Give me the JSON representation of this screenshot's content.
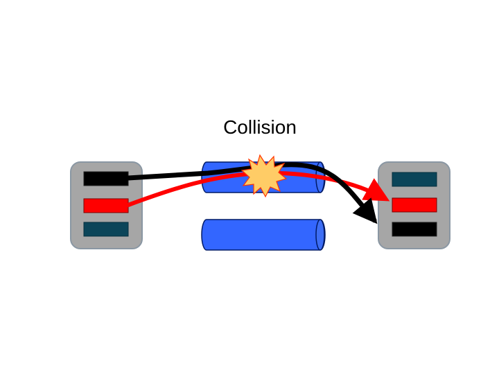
{
  "title": "Collision",
  "colors": {
    "node_fill": "#a6a6a6",
    "node_border": "#7f8c99",
    "slot_black": "#000000",
    "slot_red": "#ff0000",
    "slot_teal": "#0b4559",
    "pipe_fill": "#3366ff",
    "pipe_end": "#3d6ef5",
    "burst_fill": "#ffcc66",
    "burst_stroke": "#ff3300",
    "arrow_black": "#000000",
    "arrow_red": "#ff0000"
  },
  "left_node": {
    "slots": [
      "black",
      "red",
      "teal"
    ]
  },
  "right_node": {
    "slots": [
      "teal",
      "red",
      "black"
    ]
  },
  "channels": [
    "upper-channel",
    "lower-channel"
  ],
  "icons": {
    "burst": "collision-burst-icon"
  }
}
